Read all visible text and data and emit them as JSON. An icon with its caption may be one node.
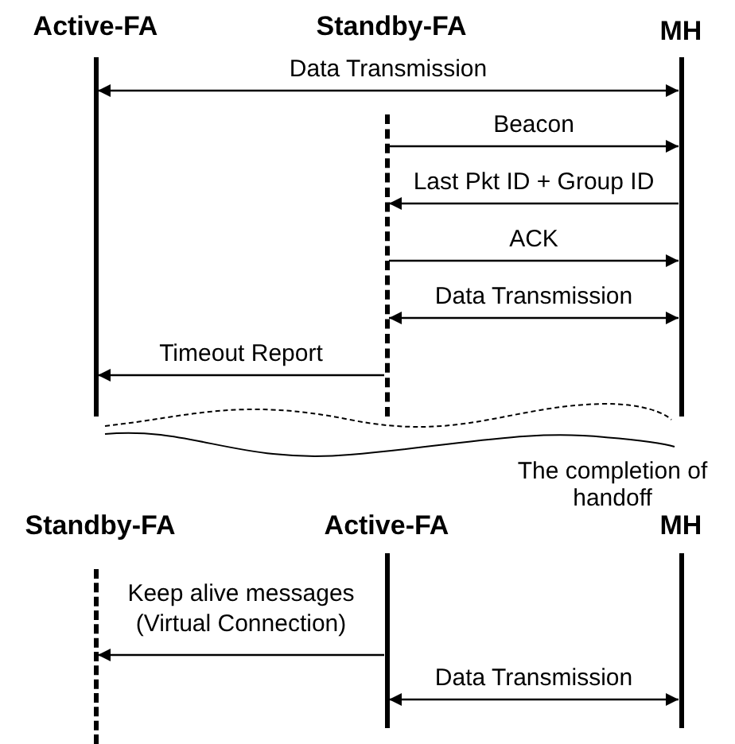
{
  "diagram": {
    "nodes": [
      {
        "text": [
          "Active-FA"
        ]
      },
      {
        "text": [
          "Standby-FA"
        ]
      },
      {
        "text": [
          "MH"
        ]
      },
      {
        "text": [
          "Standby-FA"
        ]
      },
      {
        "text": [
          "Active-FA"
        ]
      },
      {
        "text": [
          "MH"
        ]
      }
    ],
    "edges": [
      {
        "from": 0,
        "to": 2,
        "arrow": "both",
        "label": "Data Transmission"
      },
      {
        "from": 1,
        "to": 2,
        "arrow": "to",
        "label": "Beacon"
      },
      {
        "from": 2,
        "to": 1,
        "arrow": "to",
        "label": "Last Pkt ID + Group ID"
      },
      {
        "from": 1,
        "to": 2,
        "arrow": "to",
        "label": "ACK"
      },
      {
        "from": 1,
        "to": 2,
        "arrow": "both",
        "label": "Data Transmission"
      },
      {
        "from": 1,
        "to": 0,
        "arrow": "to",
        "label": "Timeout Report"
      },
      {
        "from": 4,
        "to": 3,
        "arrow": "to",
        "label": "Keep alive messages (Virtual Connection)"
      },
      {
        "from": 4,
        "to": 5,
        "arrow": "both",
        "label": "Data Transmission"
      }
    ],
    "labels": [
      "The completion of handoff"
    ]
  }
}
